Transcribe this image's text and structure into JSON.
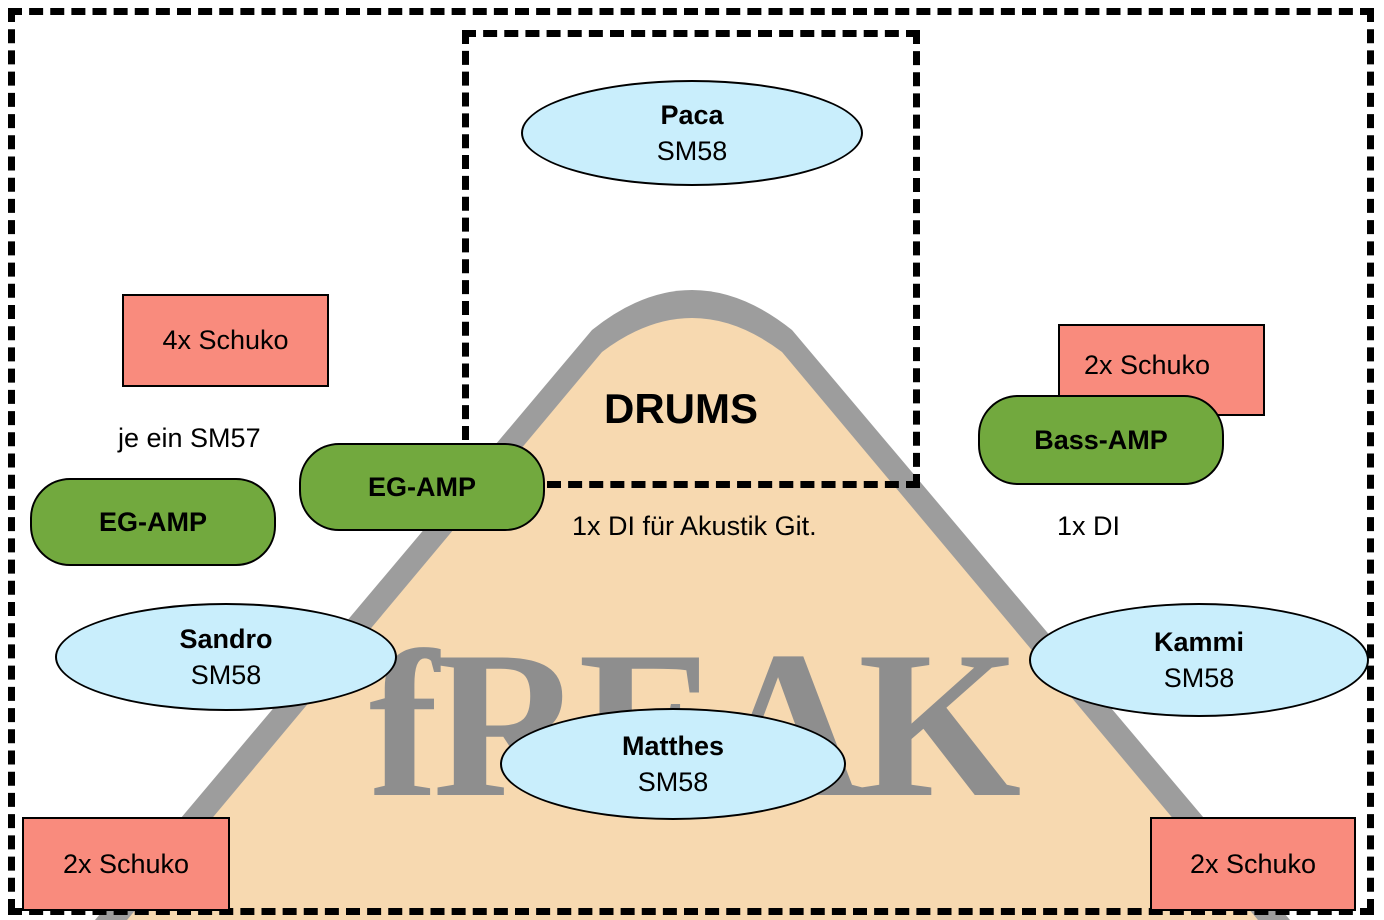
{
  "stage": {
    "drums_label": "DRUMS",
    "note_left_mics": "je ein SM57",
    "note_acoustic_di": "1x DI für Akustik Git.",
    "note_bass_di": "1x DI"
  },
  "vocalists": {
    "paca": {
      "name": "Paca",
      "mic": "SM58"
    },
    "sandro": {
      "name": "Sandro",
      "mic": "SM58"
    },
    "matthes": {
      "name": "Matthes",
      "mic": "SM58"
    },
    "kammi": {
      "name": "Kammi",
      "mic": "SM58"
    }
  },
  "amps": {
    "eg_amp_left": "EG-AMP",
    "eg_amp_center": "EG-AMP",
    "bass_amp": "Bass-AMP"
  },
  "power": {
    "left_top": "4x Schuko",
    "right_top": "2x Schuko",
    "bottom_left": "2x Schuko",
    "bottom_right": "2x Schuko"
  },
  "background_logo": {
    "text": "fREAK",
    "colors": {
      "fill": "#f7d9b0",
      "border": "#9a9a9a",
      "text": "#8e8e8e"
    }
  },
  "colors": {
    "vocal_fill": "#c9eefc",
    "amp_fill": "#72a93e",
    "power_fill": "#f98b7d"
  }
}
